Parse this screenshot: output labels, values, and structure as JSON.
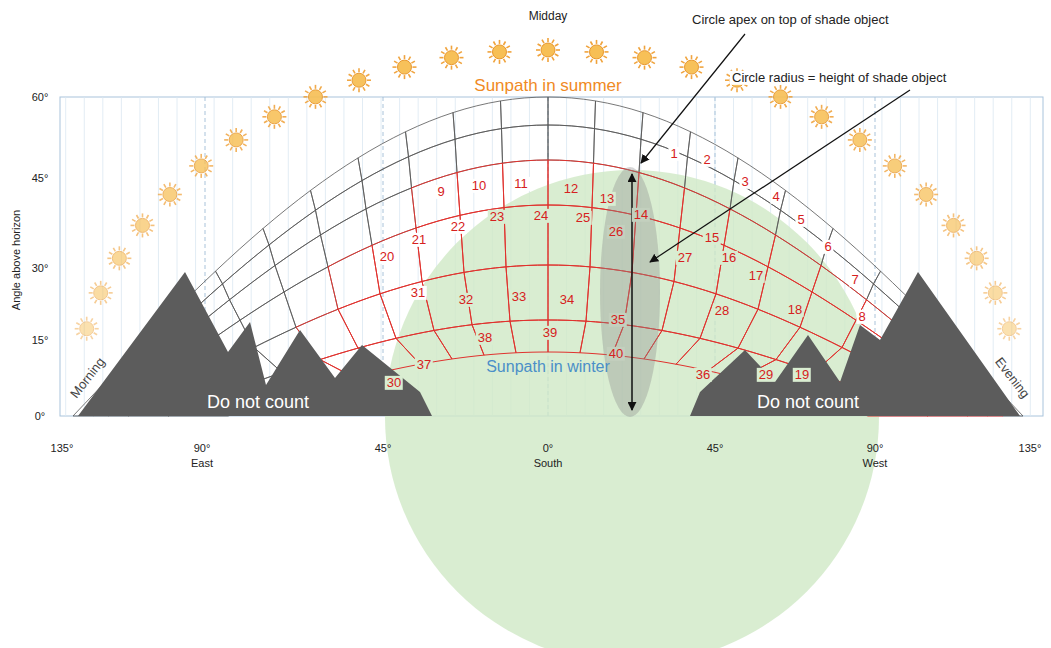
{
  "diagram": {
    "labels": [
      "Midday",
      "Circle apex on top of shade object",
      "Circle radius = height of shade object",
      "Sunpath in summer",
      "60°",
      "45°",
      "30°",
      "15°",
      "0°",
      "Angle above horizon",
      "Morning",
      "Evening",
      "Do not count",
      "Do not count",
      "Sunpath in winter",
      "135°",
      "90°",
      "East",
      "45°",
      "0°",
      "South",
      "45°",
      "90°",
      "West",
      "135°",
      "1",
      "2",
      "3",
      "4",
      "5",
      "6",
      "7",
      "8",
      "9",
      "10",
      "11",
      "12",
      "13",
      "14",
      "15",
      "16",
      "17",
      "18",
      "19",
      "20",
      "21",
      "22",
      "23",
      "24",
      "25",
      "26",
      "27",
      "28",
      "29",
      "30",
      "31",
      "32",
      "33",
      "34",
      "35",
      "36",
      "37",
      "38",
      "39",
      "40"
    ]
  }
}
